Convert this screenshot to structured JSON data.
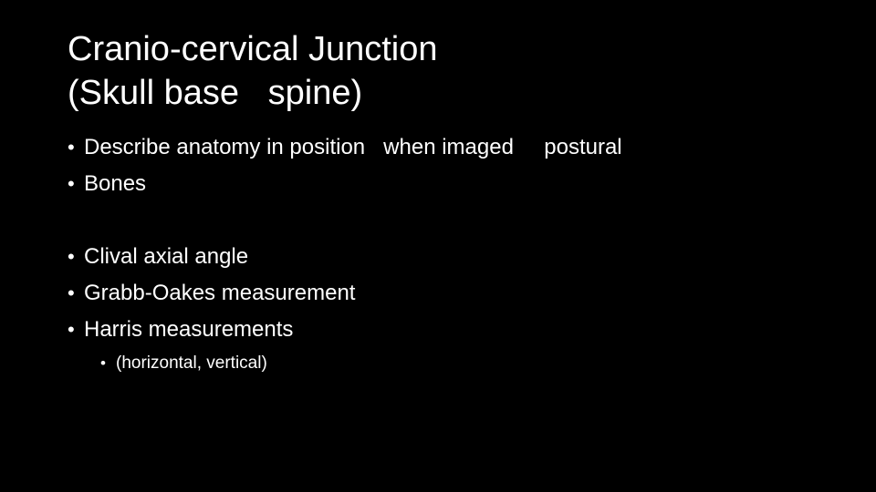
{
  "slide": {
    "background": "#000000",
    "text_color": "#ffffff",
    "bullet_char": "•",
    "title": "Cranio-cervical Junction\n(Skull base   spine)",
    "bullets": [
      {
        "level": 1,
        "text": "Describe anatomy in position   when imaged     postural"
      },
      {
        "level": 1,
        "text": "Bones"
      },
      {
        "level": 1,
        "text": "Clival axial angle"
      },
      {
        "level": 1,
        "text": "Grabb-Oakes measurement"
      },
      {
        "level": 1,
        "text": "Harris measurements"
      },
      {
        "level": 2,
        "text": "(horizontal, vertical)"
      }
    ]
  }
}
